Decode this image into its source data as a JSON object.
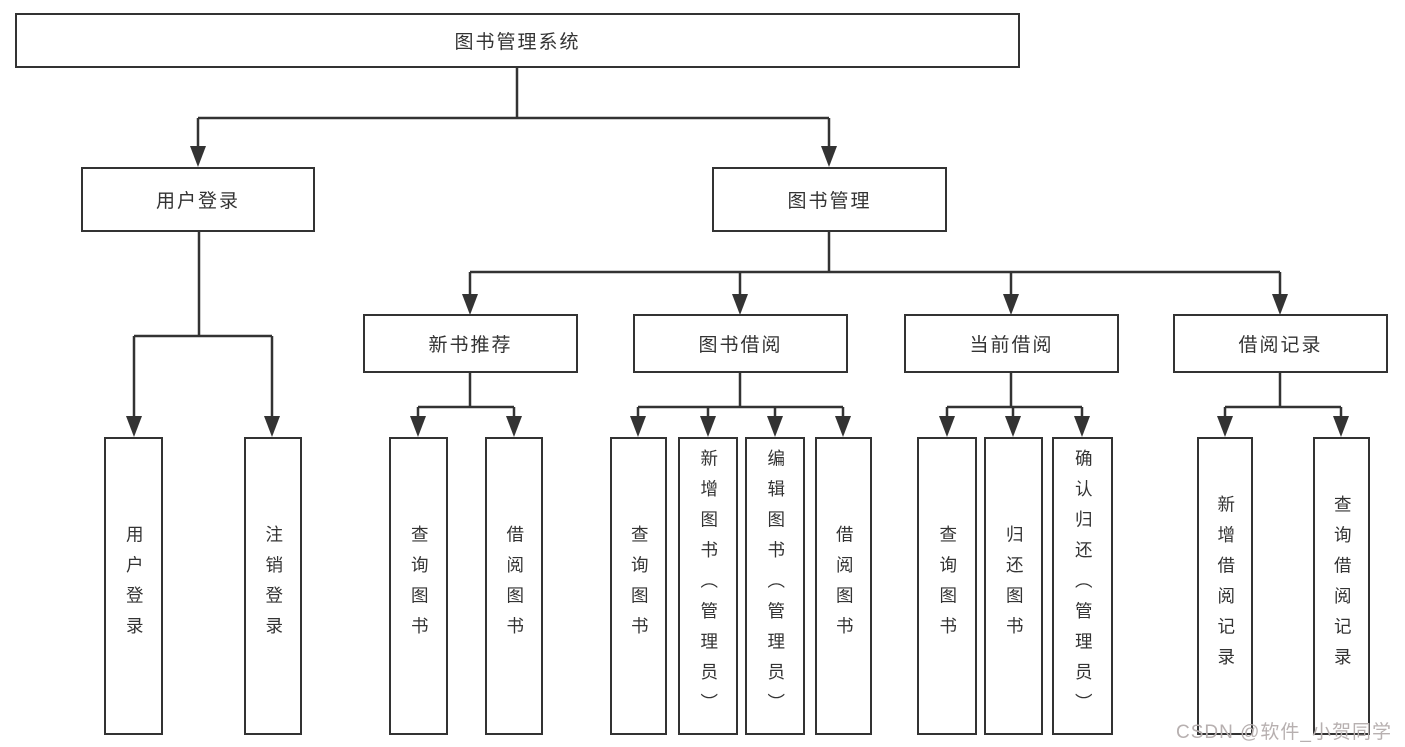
{
  "diagram": {
    "title": "图书管理系统",
    "type": "hierarchy-diagram",
    "tree": {
      "root": {
        "label": "图书管理系统"
      },
      "branches": [
        {
          "label": "用户登录",
          "children": [
            {
              "label": "用户登录"
            },
            {
              "label": "注销登录"
            }
          ]
        },
        {
          "label": "图书管理",
          "children": [
            {
              "label": "新书推荐",
              "children": [
                {
                  "label": "查询图书"
                },
                {
                  "label": "借阅图书"
                }
              ]
            },
            {
              "label": "图书借阅",
              "children": [
                {
                  "label": "查询图书"
                },
                {
                  "label": "新增图书（管理员）"
                },
                {
                  "label": "编辑图书（管理员）"
                },
                {
                  "label": "借阅图书"
                }
              ]
            },
            {
              "label": "当前借阅",
              "children": [
                {
                  "label": "查询图书"
                },
                {
                  "label": "归还图书"
                },
                {
                  "label": "确认归还（管理员）"
                }
              ]
            },
            {
              "label": "借阅记录",
              "children": [
                {
                  "label": "新增借阅记录"
                },
                {
                  "label": "查询借阅记录"
                }
              ]
            }
          ]
        }
      ]
    },
    "watermark": "CSDN @软件_小贺同学",
    "colors": {
      "line": "#333333",
      "box_border": "#333333",
      "box_fill": "#ffffff",
      "text": "#333333",
      "watermark": "#b7b0b0",
      "background": "#ffffff"
    }
  }
}
